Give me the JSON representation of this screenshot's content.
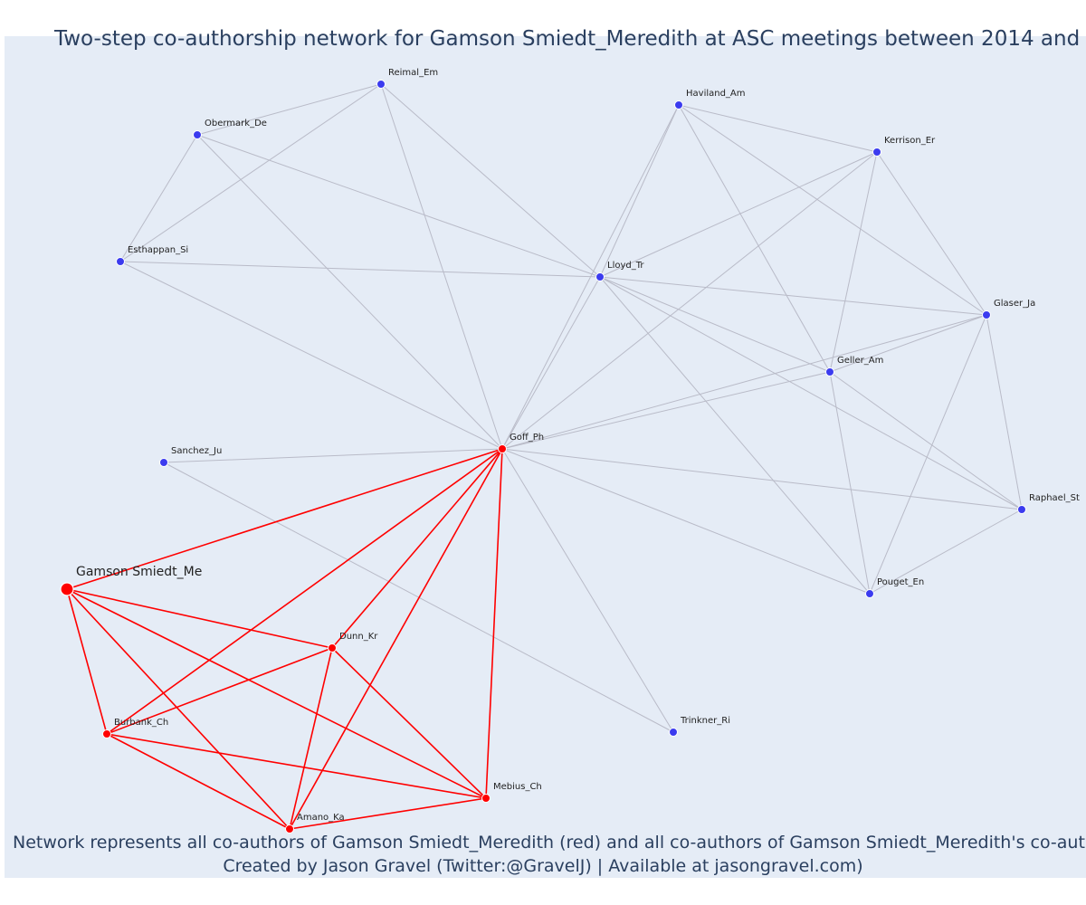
{
  "title": "Two-step co-authorship network for Gamson Smiedt_Meredith at ASC meetings between 2014 and",
  "caption": {
    "line1": "Network represents all co-authors of Gamson Smiedt_Meredith (red) and all co-authors of Gamson Smiedt_Meredith's co-autho",
    "line2": "Created by Jason Gravel (Twitter:@GravelJ) | Available at jasongravel.com)"
  },
  "colors": {
    "focal_group": "#ff0000",
    "second_step": "#3b3bef",
    "gray_edge": "#b9bbc8",
    "background": "#e5ecf6"
  },
  "nodes": [
    {
      "id": "Reimal_Em",
      "label": "Reimal_Em",
      "group": "blue"
    },
    {
      "id": "Obermark_De",
      "label": "Obermark_De",
      "group": "blue"
    },
    {
      "id": "Esthappan_Si",
      "label": "Esthappan_Si",
      "group": "blue"
    },
    {
      "id": "Haviland_Am",
      "label": "Haviland_Am",
      "group": "blue"
    },
    {
      "id": "Kerrison_Er",
      "label": "Kerrison_Er",
      "group": "blue"
    },
    {
      "id": "Lloyd_Tr",
      "label": "Lloyd_Tr",
      "group": "blue"
    },
    {
      "id": "Glaser_Ja",
      "label": "Glaser_Ja",
      "group": "blue"
    },
    {
      "id": "Geller_Am",
      "label": "Geller_Am",
      "group": "blue"
    },
    {
      "id": "Sanchez_Ju",
      "label": "Sanchez_Ju",
      "group": "blue"
    },
    {
      "id": "Goff_Ph",
      "label": "Goff_Ph",
      "group": "red"
    },
    {
      "id": "Raphael_St",
      "label": "Raphael_St",
      "group": "blue"
    },
    {
      "id": "Pouget_En",
      "label": "Pouget_En",
      "group": "blue"
    },
    {
      "id": "Gamson",
      "label": "Gamson Smiedt_Me",
      "group": "focal"
    },
    {
      "id": "Dunn_Kr",
      "label": "Dunn_Kr",
      "group": "red"
    },
    {
      "id": "Burbank_Ch",
      "label": "Burbank_Ch",
      "group": "red"
    },
    {
      "id": "Trinkner_Ri",
      "label": "Trinkner_Ri",
      "group": "blue"
    },
    {
      "id": "Mebius_Ch",
      "label": "Mebius_Ch",
      "group": "red"
    },
    {
      "id": "Amano_Ka",
      "label": "Amano_Ka",
      "group": "red"
    }
  ],
  "edges": [
    {
      "source": "Gamson",
      "target": "Goff_Ph",
      "type": "red"
    },
    {
      "source": "Gamson",
      "target": "Dunn_Kr",
      "type": "red"
    },
    {
      "source": "Gamson",
      "target": "Burbank_Ch",
      "type": "red"
    },
    {
      "source": "Gamson",
      "target": "Amano_Ka",
      "type": "red"
    },
    {
      "source": "Gamson",
      "target": "Mebius_Ch",
      "type": "red"
    },
    {
      "source": "Goff_Ph",
      "target": "Burbank_Ch",
      "type": "red"
    },
    {
      "source": "Goff_Ph",
      "target": "Dunn_Kr",
      "type": "red"
    },
    {
      "source": "Goff_Ph",
      "target": "Amano_Ka",
      "type": "red"
    },
    {
      "source": "Goff_Ph",
      "target": "Mebius_Ch",
      "type": "red"
    },
    {
      "source": "Dunn_Kr",
      "target": "Burbank_Ch",
      "type": "red"
    },
    {
      "source": "Dunn_Kr",
      "target": "Amano_Ka",
      "type": "red"
    },
    {
      "source": "Dunn_Kr",
      "target": "Mebius_Ch",
      "type": "red"
    },
    {
      "source": "Burbank_Ch",
      "target": "Amano_Ka",
      "type": "red"
    },
    {
      "source": "Burbank_Ch",
      "target": "Mebius_Ch",
      "type": "red"
    },
    {
      "source": "Amano_Ka",
      "target": "Mebius_Ch",
      "type": "red"
    },
    {
      "source": "Reimal_Em",
      "target": "Obermark_De",
      "type": "gray"
    },
    {
      "source": "Reimal_Em",
      "target": "Esthappan_Si",
      "type": "gray"
    },
    {
      "source": "Reimal_Em",
      "target": "Lloyd_Tr",
      "type": "gray"
    },
    {
      "source": "Reimal_Em",
      "target": "Goff_Ph",
      "type": "gray"
    },
    {
      "source": "Obermark_De",
      "target": "Esthappan_Si",
      "type": "gray"
    },
    {
      "source": "Obermark_De",
      "target": "Lloyd_Tr",
      "type": "gray"
    },
    {
      "source": "Obermark_De",
      "target": "Goff_Ph",
      "type": "gray"
    },
    {
      "source": "Esthappan_Si",
      "target": "Lloyd_Tr",
      "type": "gray"
    },
    {
      "source": "Esthappan_Si",
      "target": "Goff_Ph",
      "type": "gray"
    },
    {
      "source": "Haviland_Am",
      "target": "Kerrison_Er",
      "type": "gray"
    },
    {
      "source": "Haviland_Am",
      "target": "Lloyd_Tr",
      "type": "gray"
    },
    {
      "source": "Haviland_Am",
      "target": "Glaser_Ja",
      "type": "gray"
    },
    {
      "source": "Haviland_Am",
      "target": "Geller_Am",
      "type": "gray"
    },
    {
      "source": "Haviland_Am",
      "target": "Goff_Ph",
      "type": "gray"
    },
    {
      "source": "Kerrison_Er",
      "target": "Lloyd_Tr",
      "type": "gray"
    },
    {
      "source": "Kerrison_Er",
      "target": "Glaser_Ja",
      "type": "gray"
    },
    {
      "source": "Kerrison_Er",
      "target": "Geller_Am",
      "type": "gray"
    },
    {
      "source": "Kerrison_Er",
      "target": "Goff_Ph",
      "type": "gray"
    },
    {
      "source": "Lloyd_Tr",
      "target": "Glaser_Ja",
      "type": "gray"
    },
    {
      "source": "Lloyd_Tr",
      "target": "Geller_Am",
      "type": "gray"
    },
    {
      "source": "Lloyd_Tr",
      "target": "Goff_Ph",
      "type": "gray"
    },
    {
      "source": "Lloyd_Tr",
      "target": "Raphael_St",
      "type": "gray"
    },
    {
      "source": "Lloyd_Tr",
      "target": "Pouget_En",
      "type": "gray"
    },
    {
      "source": "Glaser_Ja",
      "target": "Geller_Am",
      "type": "gray"
    },
    {
      "source": "Glaser_Ja",
      "target": "Goff_Ph",
      "type": "gray"
    },
    {
      "source": "Glaser_Ja",
      "target": "Raphael_St",
      "type": "gray"
    },
    {
      "source": "Glaser_Ja",
      "target": "Pouget_En",
      "type": "gray"
    },
    {
      "source": "Geller_Am",
      "target": "Goff_Ph",
      "type": "gray"
    },
    {
      "source": "Geller_Am",
      "target": "Raphael_St",
      "type": "gray"
    },
    {
      "source": "Geller_Am",
      "target": "Pouget_En",
      "type": "gray"
    },
    {
      "source": "Goff_Ph",
      "target": "Sanchez_Ju",
      "type": "gray"
    },
    {
      "source": "Goff_Ph",
      "target": "Raphael_St",
      "type": "gray"
    },
    {
      "source": "Goff_Ph",
      "target": "Pouget_En",
      "type": "gray"
    },
    {
      "source": "Goff_Ph",
      "target": "Trinkner_Ri",
      "type": "gray"
    },
    {
      "source": "Sanchez_Ju",
      "target": "Trinkner_Ri",
      "type": "gray"
    },
    {
      "source": "Raphael_St",
      "target": "Pouget_En",
      "type": "gray"
    }
  ]
}
